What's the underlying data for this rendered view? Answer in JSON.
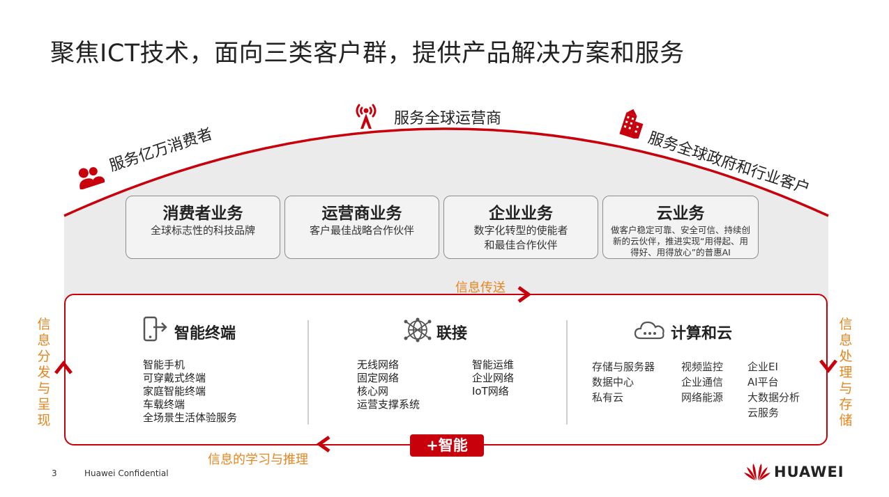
{
  "title": "聚焦ICT技术，面向三类客户群，提供产品解决方案和服务",
  "audiences": {
    "left": "服务亿万消费者",
    "center": "服务全球运营商",
    "right": "服务全球政府和行业客户"
  },
  "businesses": [
    {
      "title": "消费者业务",
      "lines": [
        "全球标志性的科技品牌"
      ]
    },
    {
      "title": "运营商业务",
      "lines": [
        "客户最佳战略合作伙伴"
      ]
    },
    {
      "title": "企业业务",
      "lines": [
        "数字化转型的使能者",
        "和最佳合作伙伴"
      ]
    },
    {
      "title": "云业务",
      "lines": [
        "做客户稳定可靠、安全可信、持续创",
        "新的云伙伴，推进实现“用得起、用",
        "得好、用得放心”的普惠AI"
      ]
    }
  ],
  "flows": {
    "top": "信息传送",
    "bottom": "信息的学习与推理",
    "left": "信息分发与呈现",
    "right": "信息处理与存储"
  },
  "columns": {
    "terminal": {
      "title": "智能终端",
      "items": [
        "智能手机",
        "可穿戴式终端",
        "家庭智能终端",
        "车载终端",
        "全场景生活体验服务"
      ]
    },
    "connect": {
      "title": "联接",
      "left": [
        "无线网络",
        "固定网络",
        "核心网",
        "运营支撑系统"
      ],
      "right": [
        "智能运维",
        "企业网络",
        "IoT网络"
      ]
    },
    "cloud": {
      "title": "计算和云",
      "c1": [
        "存储与服务器",
        "数据中心",
        "私有云"
      ],
      "c2": [
        "视频监控",
        "企业通信",
        "网络能源"
      ],
      "c3": [
        "企业EI",
        "AI平台",
        "大数据分析",
        "云服务"
      ]
    }
  },
  "plus_label": "+智能",
  "footer": {
    "page": "3",
    "confidential": "Huawei Confidential",
    "brand": "HUAWEI"
  },
  "colors": {
    "brand_red": "#c7000b",
    "orange": "#e8851e",
    "gray_fill": "#ebebeb"
  },
  "icons": [
    "people-icon",
    "antenna-tower-icon",
    "buildings-icon",
    "smartphone-icon",
    "network-globe-icon",
    "cloud-icon",
    "huawei-logo-icon"
  ]
}
